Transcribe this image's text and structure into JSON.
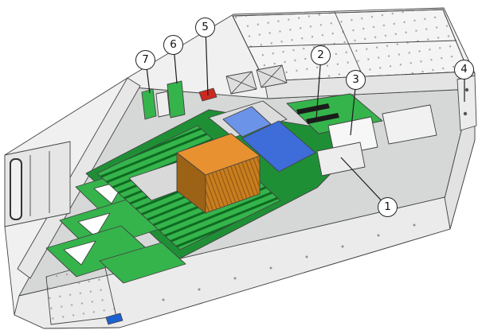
{
  "figure": {
    "callouts": [
      {
        "num": "1"
      },
      {
        "num": "2"
      },
      {
        "num": "3"
      },
      {
        "num": "4"
      },
      {
        "num": "5"
      },
      {
        "num": "6"
      },
      {
        "num": "7"
      }
    ]
  },
  "colors": {
    "board_green": "#35b44c",
    "board_green_dark": "#1f8f35",
    "dimm_line": "#0d6b20",
    "heatsink_top": "#e89130",
    "heatsink_left": "#9c6216",
    "heatsink_right": "#c97e1f",
    "baffle_blue": "#3e6cd8",
    "baffle_blue_light": "#6b93e8",
    "component_red": "#cd291f",
    "accent_blue": "#1e62d0"
  }
}
